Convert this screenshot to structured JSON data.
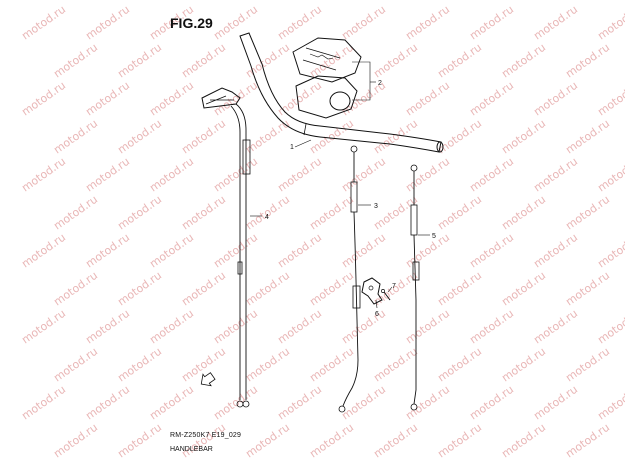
{
  "figure": {
    "title": "FIG.29",
    "drawing_code": "RM-Z250K7 E19_029",
    "caption": "HANDLEBAR"
  },
  "watermark": {
    "text": "motod.ru",
    "color": "#e9b6b6"
  },
  "callouts": [
    {
      "id": "1",
      "part": "handlebar"
    },
    {
      "id": "2",
      "part": "handlebar-pad"
    },
    {
      "id": "3",
      "part": "cable-3"
    },
    {
      "id": "4",
      "part": "throttle-cable-assembly"
    },
    {
      "id": "5",
      "part": "cable-5"
    },
    {
      "id": "6",
      "part": "small-bracket-6"
    },
    {
      "id": "7",
      "part": "small-screw-7"
    }
  ],
  "icons": {
    "front_arrow": "front-direction-arrow-icon"
  },
  "colors": {
    "line": "#111111",
    "background": "#ffffff"
  }
}
